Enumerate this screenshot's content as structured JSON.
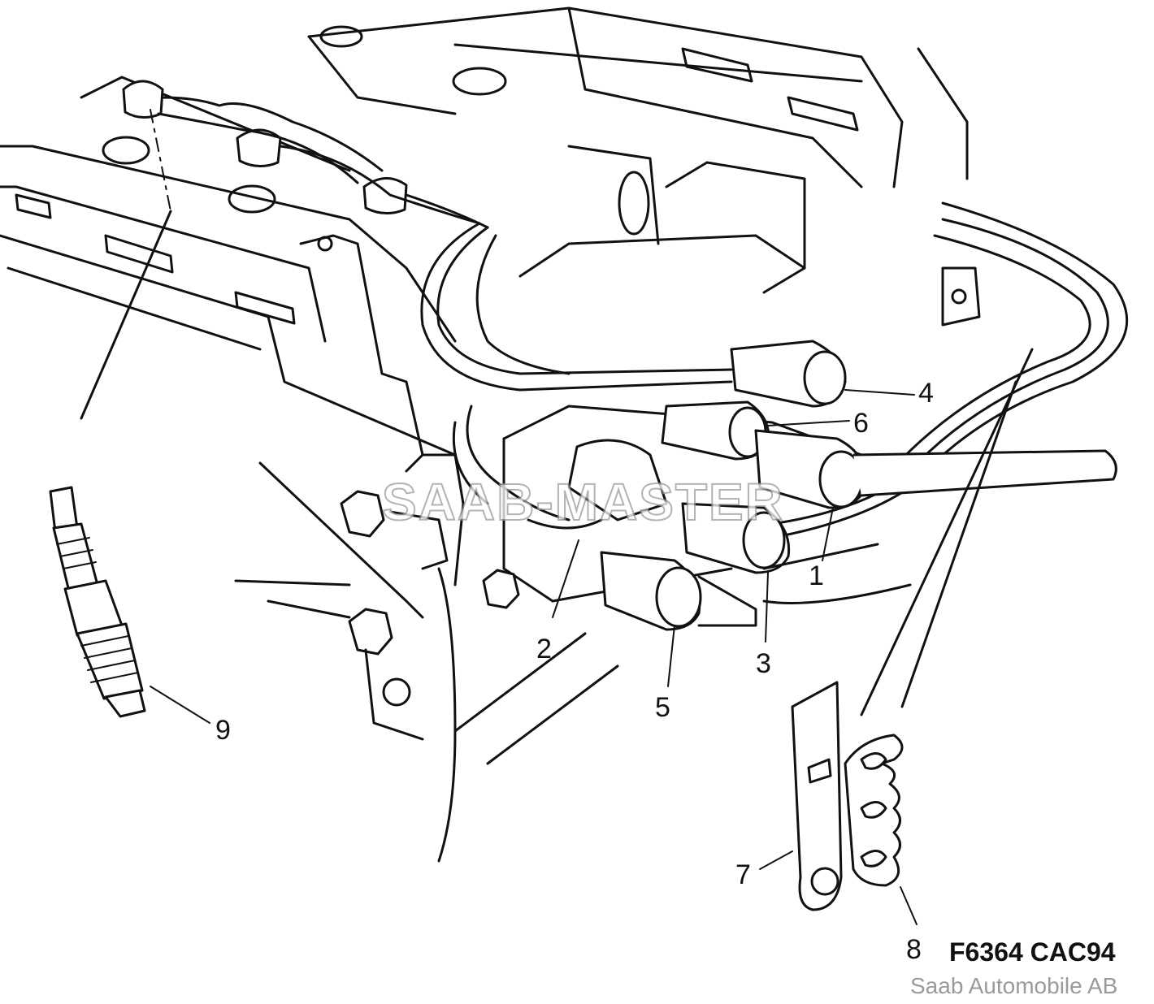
{
  "callouts": [
    {
      "id": "1",
      "label": "1"
    },
    {
      "id": "2",
      "label": "2"
    },
    {
      "id": "3",
      "label": "3"
    },
    {
      "id": "4",
      "label": "4"
    },
    {
      "id": "5",
      "label": "5"
    },
    {
      "id": "6",
      "label": "6"
    },
    {
      "id": "7",
      "label": "7"
    },
    {
      "id": "8",
      "label": "8"
    },
    {
      "id": "9",
      "label": "9"
    }
  ],
  "figure_code": "F6364 CAC94",
  "copyright": "Saab Automobile AB",
  "watermark": "SAAB-MASTER"
}
